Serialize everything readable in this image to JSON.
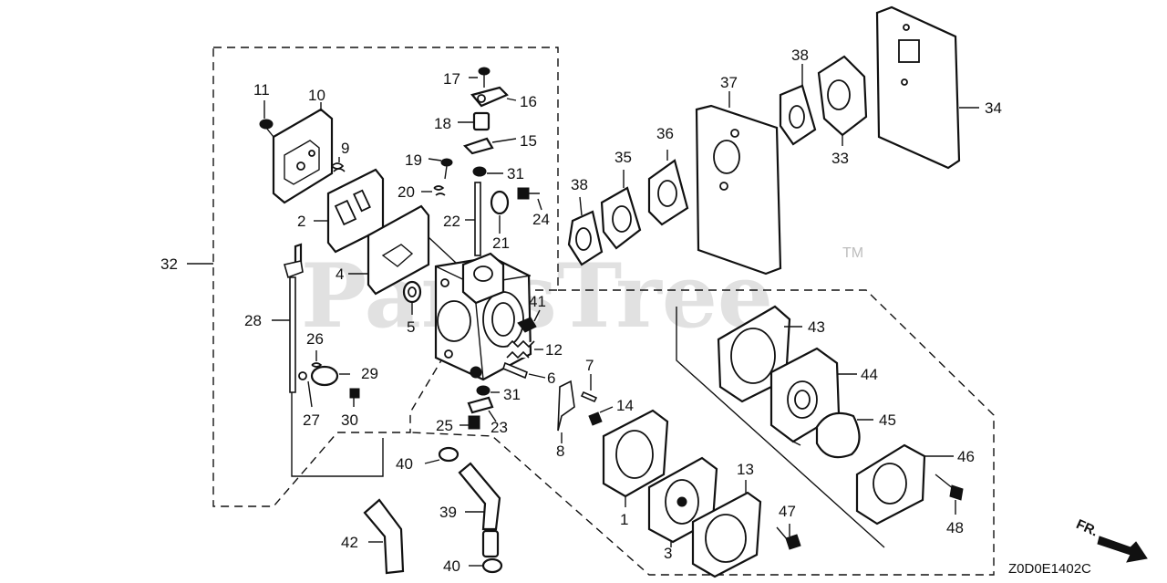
{
  "watermark": {
    "text": "PartsTree",
    "trademark": "TM"
  },
  "diagram_code": "Z0D0E1402C",
  "direction_label": "FR.",
  "callouts": [
    "1",
    "2",
    "3",
    "4",
    "5",
    "6",
    "7",
    "8",
    "9",
    "10",
    "11",
    "12",
    "13",
    "14",
    "15",
    "16",
    "17",
    "18",
    "19",
    "20",
    "21",
    "22",
    "23",
    "24",
    "25",
    "26",
    "27",
    "28",
    "29",
    "30",
    "31",
    "32",
    "33",
    "34",
    "35",
    "36",
    "37",
    "38",
    "39",
    "40",
    "41",
    "42",
    "43",
    "44",
    "45",
    "46",
    "47",
    "48"
  ]
}
